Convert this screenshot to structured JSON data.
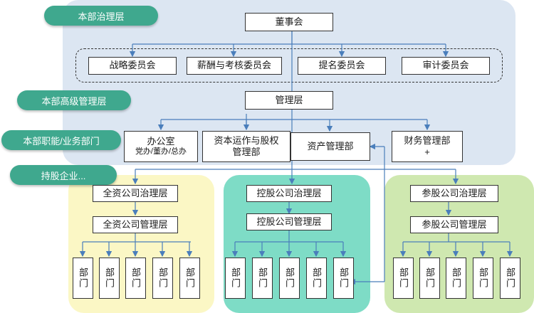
{
  "layers": {
    "governance": "本部治理层",
    "senior_mgmt": "本部高级管理层",
    "functional": "本部职能/业务部门",
    "holdings": "持股企业..."
  },
  "board": "董事会",
  "committees": [
    "战略委员会",
    "薪酬与考核委员会",
    "提名委员会",
    "审计委员会"
  ],
  "management": "管理层",
  "departments": {
    "office": "办公室",
    "office_sub": "党办/董办/总办",
    "capital_line1": "资本运作与股权",
    "capital_line2": "管理部",
    "asset": "资产管理部",
    "finance_line1": "财务管理部",
    "finance_line2": "+"
  },
  "wholly_owned": {
    "governance": "全资公司治理层",
    "management": "全资公司管理层"
  },
  "controlled": {
    "governance": "控股公司治理层",
    "management": "控股公司管理层"
  },
  "participating": {
    "governance": "参股公司治理层",
    "management": "参股公司管理层"
  },
  "dept_label": "部门",
  "colors": {
    "hq_bg": "#dce6f2",
    "pill": "#3fa88e",
    "wholly_bg": "#fbf7c5",
    "controlled_bg": "#7edcc6",
    "participating_bg": "#cfe8b0",
    "arrow": "#4a7ebb"
  }
}
